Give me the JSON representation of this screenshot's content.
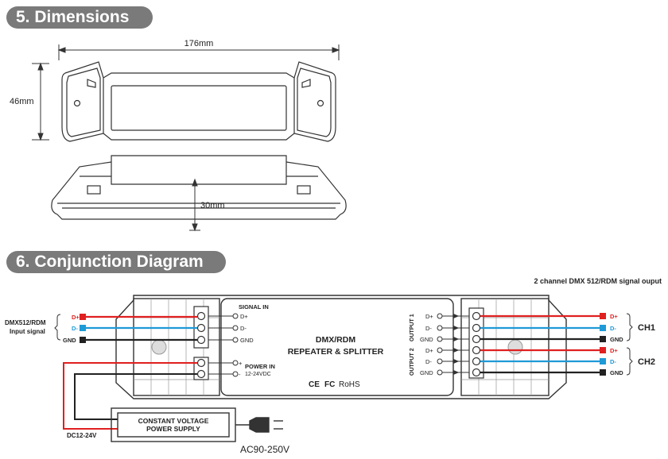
{
  "sections": {
    "dimensions": "5. Dimensions",
    "conjunction": "6. Conjunction Diagram"
  },
  "dimensions": {
    "width": "176mm",
    "height": "46mm",
    "depth": "30mm"
  },
  "diagram": {
    "input_label_line1": "DMX512/RDM",
    "input_label_line2": "Input signal",
    "pins": {
      "d_plus": "D+",
      "d_minus": "D-",
      "gnd": "GND",
      "plus": "+",
      "minus": "-"
    },
    "signal_in": "SIGNAL IN",
    "power_in": "POWER IN",
    "power_range": "12-24VDC",
    "device_title_line1": "DMX/RDM",
    "device_title_line2": "REPEATER & SPLITTER",
    "cert_ce": "CE",
    "cert_fc": "FC",
    "cert_rohs": "RoHS",
    "output1": "OUTPUT 1",
    "output2": "OUTPUT 2",
    "output_header": "2 channel DMX 512/RDM signal ouput",
    "ch1": "CH1",
    "ch2": "CH2",
    "psu_line1": "CONSTANT VOLTAGE",
    "psu_line2": "POWER SUPPLY",
    "dc_label": "DC12-24V",
    "ac_label": "AC90-250V"
  },
  "colors": {
    "d_plus": "#e02020",
    "d_minus": "#1e9ad6",
    "gnd": "#222222",
    "header_pill": "#7a7a7a"
  }
}
